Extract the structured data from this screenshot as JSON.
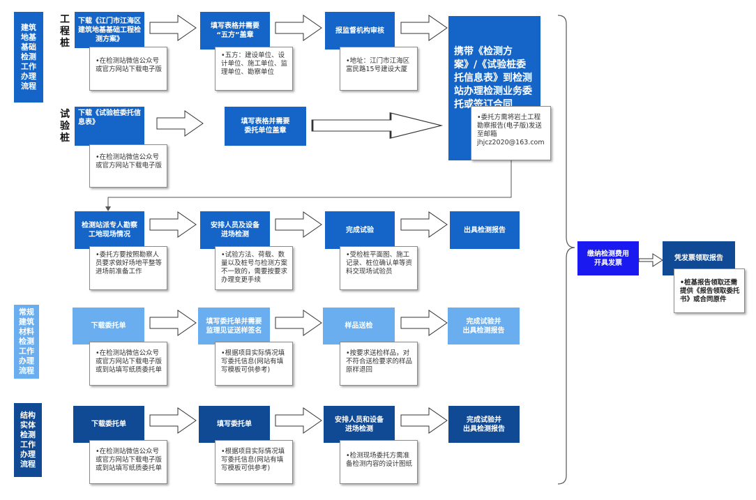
{
  "side_labels": {
    "building_foundation": "建筑\n地基\n基础\n检测\n工作\n办理\n流程",
    "building_material": "常规\n建筑\n材料\n检测\n工作\n办理\n流程",
    "structure_entity": "结构\n实体\n检测\n工作\n办理\n流程"
  },
  "row_labels": {
    "engineering_pile": "工\n程\n桩",
    "test_pile": "试\n验\n桩"
  },
  "engineering_pile": {
    "step1": "下载《江门市江海区建筑地基基础工程检测方案》",
    "step1_note": "•在检测站微信公众号或官方网站下载电子版",
    "step2_line1": "填写表格并需要",
    "step2_line2": "“五方”盖章",
    "step2_note": "•五方：建设单位、设计单位、施工单位、监理单位、勘察单位",
    "step3": "报监督机构审核",
    "step3_note": "•地址：江门市江海区富民路15号建设大厦"
  },
  "contract": {
    "title": "携带《检测方案》/《试验桩委托信息表》到检测站办理检测业务委托或签订合同",
    "note": "•委托方需将岩土工程勘察报告(电子版)发送至邮箱jhjcz2020@163.com"
  },
  "test_pile": {
    "step1": "下载《试验桩委托信息表》",
    "step1_note": "•在检测站微信公众号或官方网站下载电子版",
    "step2_line1": "填写表格并需要",
    "step2_line2": "委托单位盖章"
  },
  "foundation_process": {
    "step1_line1": "检测站派专人勘察",
    "step1_line2": "工地现场情况",
    "step1_note": "•委托方要按照勘察人员要求做好场地平整等进场前准备工作",
    "step2_line1": "安排人员及设备",
    "step2_line2": "进场检测",
    "step2_note": "•试验方法、荷载、数量以及桩号与检测方案不一致的，需要按要求办理变更手续",
    "step3": "完成试验",
    "step3_note": "•受检桩平面图、施工记录、桩位确认单等资料交现场试验员",
    "step4": "出具检测报告"
  },
  "payment": {
    "pay_line1": "缴纳检测费用",
    "pay_line2": "开具发票",
    "collect": "凭发票领取报告",
    "collect_note": "•桩基报告领取还需提供《报告领取委托书》或合同原件"
  },
  "material_process": {
    "step1": "下载委托单",
    "step1_note": "•在检测站微信公众号或官方网站下载电子版或到站填写纸质委托单",
    "step2_line1": "填写委托单并需要",
    "step2_line2": "监理见证送样签名",
    "step2_note": "•根据项目实际情况填写委托信息(网站有填写模板可供参考)",
    "step3": "样品送检",
    "step3_note": "•按要求送检样品，对不符合送检要求的样品原样退回",
    "step4_line1": "完成试验并",
    "step4_line2": "出具检测报告"
  },
  "structure_process": {
    "step1": "下载委托单",
    "step1_note": "•在检测站微信公众号或官方网站下载电子版或到站填写纸质委托单",
    "step2": "填写委托单",
    "step2_note": "•根据项目实际情况填写委托信息(网站有填写模板可供参考)",
    "step3_line1": "安排人员和设备",
    "step3_line2": "进场检测",
    "step3_note": "•检测现场委托方需准备检测内容的设计图纸",
    "step4_line1": "完成试验并",
    "step4_line2": "出具检测报告"
  },
  "colors": {
    "dark_blue": "#1565c8",
    "light_blue": "#6aaef0",
    "navy": "#114a94",
    "pay_blue": "#1a1af0"
  }
}
